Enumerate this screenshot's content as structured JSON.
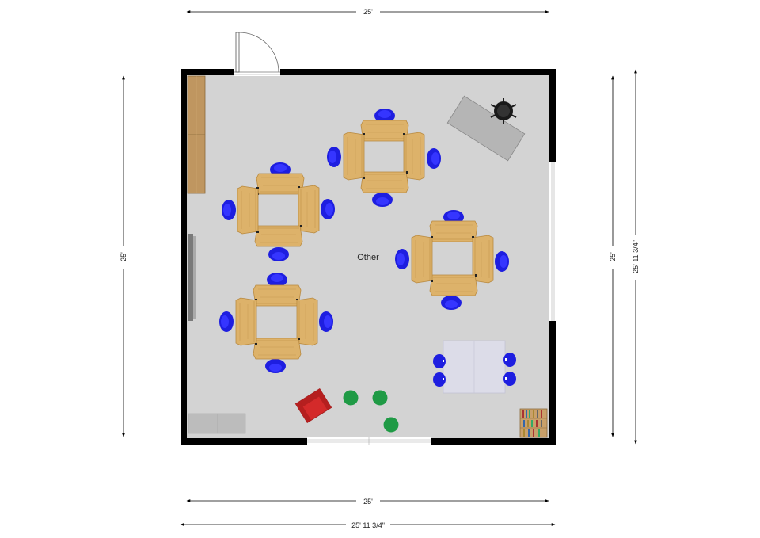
{
  "room": {
    "label": "Other",
    "floor_color": "#d3d3d3",
    "wall_color": "#000000"
  },
  "dimensions": {
    "top_width": "25'",
    "bottom_inner_width": "25'",
    "bottom_outer_width": "25' 11 3/4\"",
    "left_height": "25'",
    "right_inner_height": "25'",
    "right_outer_height": "25' 11 3/4\""
  },
  "furniture": {
    "desk_color": "#ddb26a",
    "chair_color": "#1e1ee0",
    "stool_color": "#1f9a45",
    "armchair_color": "#d42a2a"
  }
}
